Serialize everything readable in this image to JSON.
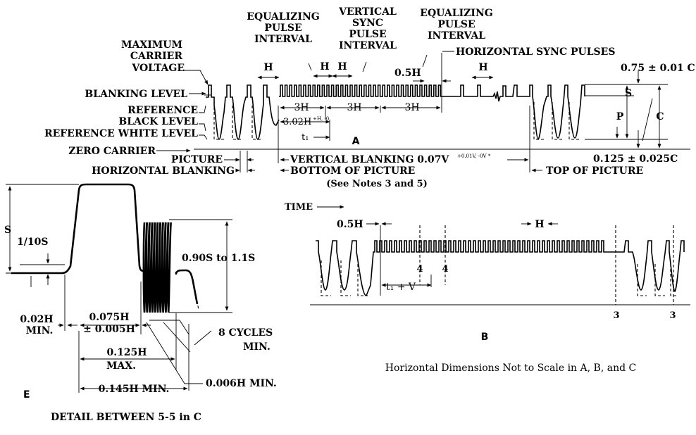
{
  "labels": {
    "maximum_carrier": [
      "MAXIMUM",
      "CARRIER",
      "VOLTAGE"
    ],
    "blanking_level": "BLANKING LEVEL",
    "reference_black": [
      "REFERENCE",
      "BLACK LEVEL"
    ],
    "reference_white": "REFERENCE WHITE LEVEL",
    "zero_carrier": "ZERO CARRIER",
    "picture": "PICTURE",
    "horizontal_blanking": "HORIZONTAL BLANKING",
    "equalizing_1": [
      "EQUALIZING",
      "PULSE",
      "INTERVAL"
    ],
    "vertical_sync": [
      "VERTICAL",
      "SYNC",
      "PULSE",
      "INTERVAL"
    ],
    "equalizing_2": [
      "EQUALIZING",
      "PULSE",
      "INTERVAL"
    ],
    "horizontal_sync_pulses": "HORIZONTAL SYNC PULSES",
    "h": "H",
    "three_h": "3H",
    "three_h2": "3H",
    "three_h3": "3H",
    "t_302": "3.02H",
    "t_302_tol": "+H, -0",
    "t1": "t₁",
    "half_h": "0.5H",
    "s": "S",
    "p": "P",
    "c": "C",
    "v_075": "0.75 ± 0.01 C",
    "v_0125": "0.125 ± 0.025C",
    "fig_a": "A",
    "vertical_blanking": "VERTICAL BLANKING 0.07V",
    "vb_tol": "+0.01V, -0V *",
    "bottom_of_picture": "BOTTOM OF PICTURE",
    "see_notes": "(See Notes 3 and 5)",
    "top_of_picture": "TOP OF PICTURE",
    "time": "TIME",
    "b_half_h": "0.5H",
    "b_h": "H",
    "b_four_1": "4",
    "b_four_2": "4",
    "b_t1v": "t₁ + V",
    "b_three_1": "3",
    "b_three_2": "3",
    "fig_b": "B",
    "not_to_scale": "Horizontal Dimensions Not to Scale in A, B, and C",
    "e_s": "S",
    "e_110s": "1/10S",
    "e_090s": "0.90S to 1.1S",
    "e_002h": [
      "0.02H",
      "MIN."
    ],
    "e_0075h": [
      "0.075H",
      "± 0.005H"
    ],
    "e_8cycles": [
      "8 CYCLES",
      "MIN."
    ],
    "e_0125h": [
      "0.125H",
      "MAX."
    ],
    "e_0006h": "0.006H MIN.",
    "e_0145h": "0.145H MIN.",
    "fig_e": "E",
    "detail": "DETAIL BETWEEN 5-5 in C"
  }
}
